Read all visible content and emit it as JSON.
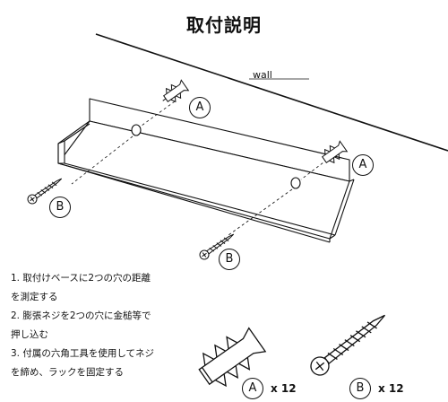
{
  "title": "取付説明",
  "wall_label": "wall",
  "labels": {
    "a": "A",
    "b": "B"
  },
  "steps": [
    "1. 取付けベースに2つの穴の距離",
    "を測定する",
    "2. 膨張ネジを2つの穴に金槌等で",
    "押し込む",
    "3. 付属の六角工具を使用してネジ",
    "を締め、ラックを固定する"
  ],
  "parts": [
    {
      "label": "A",
      "qty": "x 12"
    },
    {
      "label": "B",
      "qty": "x 12"
    }
  ]
}
